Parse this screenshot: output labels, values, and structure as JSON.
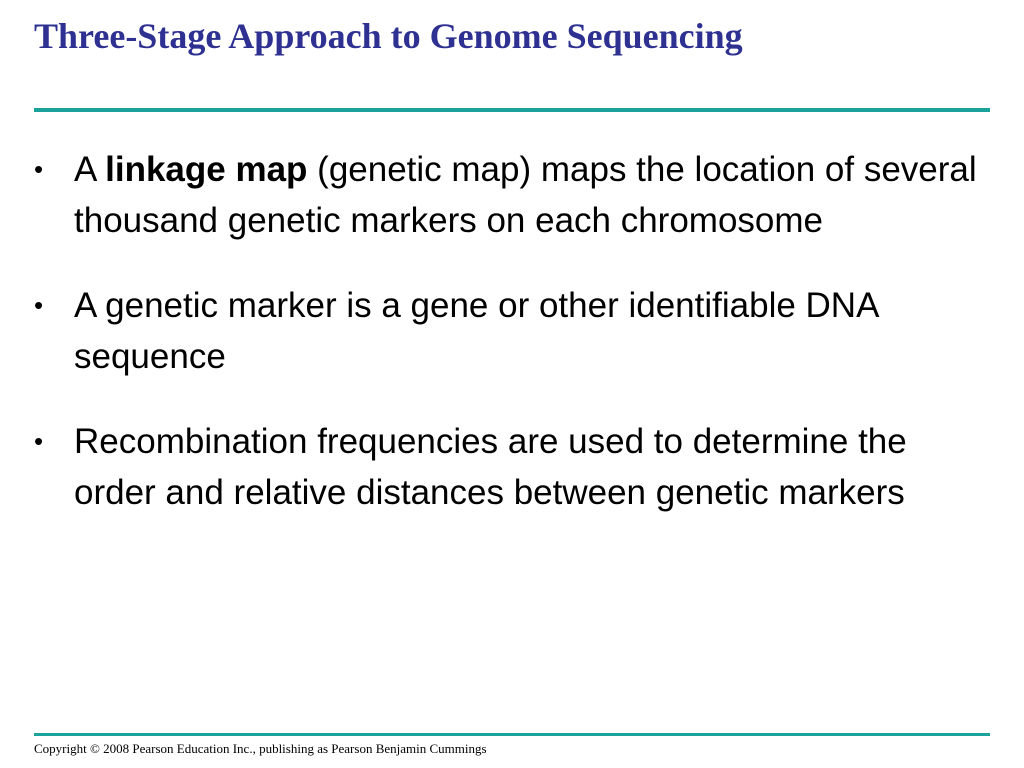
{
  "slide": {
    "title": "Three-Stage Approach to Genome Sequencing",
    "colors": {
      "title": "#2e3192",
      "rule": "#1aa39a",
      "text": "#000000"
    },
    "bullet_glyph": "•",
    "bullets": [
      {
        "lead": "A ",
        "emphasis": "linkage map",
        "rest": " (genetic map) maps the location of several thousand genetic markers on each chromosome"
      },
      {
        "text": "A genetic marker is a gene or other identifiable DNA sequence"
      },
      {
        "text": "Recombination frequencies are used to determine the order and relative distances between genetic markers"
      }
    ],
    "footer": "Copyright © 2008 Pearson Education Inc., publishing as Pearson Benjamin Cummings"
  }
}
